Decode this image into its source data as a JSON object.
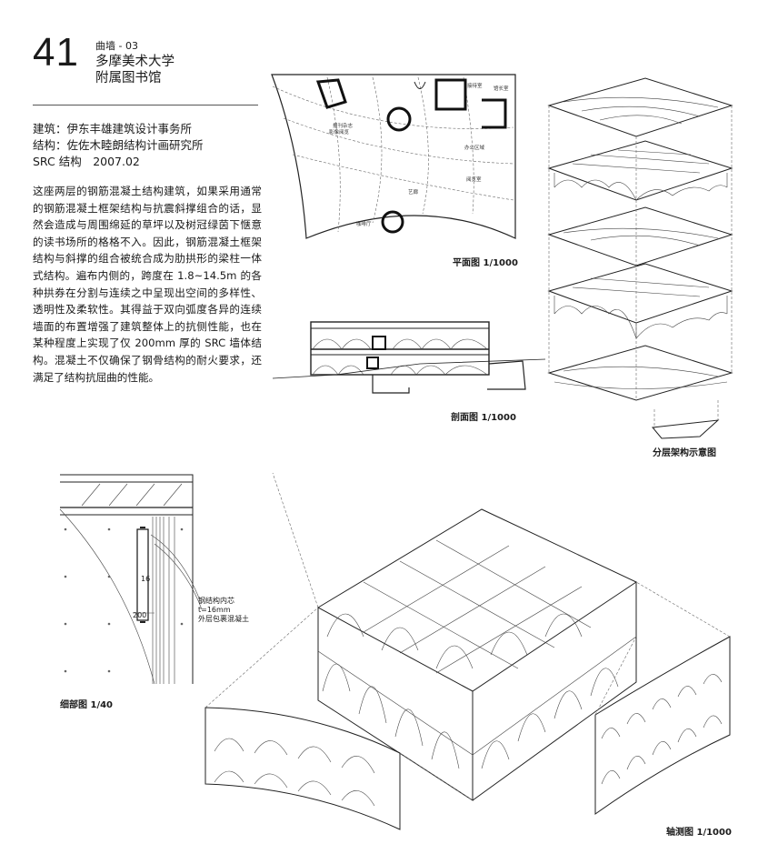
{
  "header": {
    "number": "41",
    "series": "曲墙 - 03",
    "title_line1": "多摩美术大学",
    "title_line2": "附属图书馆"
  },
  "credits": {
    "architect": "建筑：伊东丰雄建筑设计事务所",
    "structure": "结构：佐佐木睦朗结构计画研究所",
    "info": "SRC 结构　2007.02"
  },
  "body_text": "这座两层的钢筋混凝土结构建筑，如果采用通常的钢筋混凝土框架结构与抗震斜撑组合的话，显然会造成与周围绵延的草坪以及树冠绿茵下惬意的读书场所的格格不入。因此，钢筋混凝土框架结构与斜撑的组合被统合成为肋拱形的梁柱一体式结构。遍布内侧的，跨度在 1.8~14.5m 的各种拱券在分割与连续之中呈现出空间的多样性、透明性及柔软性。其得益于双向弧度各异的连续墙面的布置增强了建筑整体上的抗侧性能，也在某种程度上实现了仅 200mm 厚的 SRC 墙体结构。混凝土不仅确保了钢骨结构的耐火要求，还满足了结构抗屈曲的性能。",
  "plan": {
    "caption": "平面图 1/1000",
    "labels": {
      "reception": "接待室",
      "collection": "馆长室",
      "periodicals_1": "报刊杂志",
      "periodicals_2": "影像阅览",
      "office": "办公区域",
      "reading": "阅览室",
      "arcade": "艺廊",
      "cafe": "咖啡厅"
    }
  },
  "section": {
    "caption": "剖面图 1/1000"
  },
  "layers": {
    "caption": "分层架构示意图"
  },
  "detail": {
    "caption": "细部图 1/40",
    "dim_16": "16",
    "dim_200": "200",
    "note_line1": "钢结构内芯",
    "note_line2": "t=16mm",
    "note_line3": "外层包裹混凝土"
  },
  "axon": {
    "caption": "轴测图 1/1000"
  }
}
